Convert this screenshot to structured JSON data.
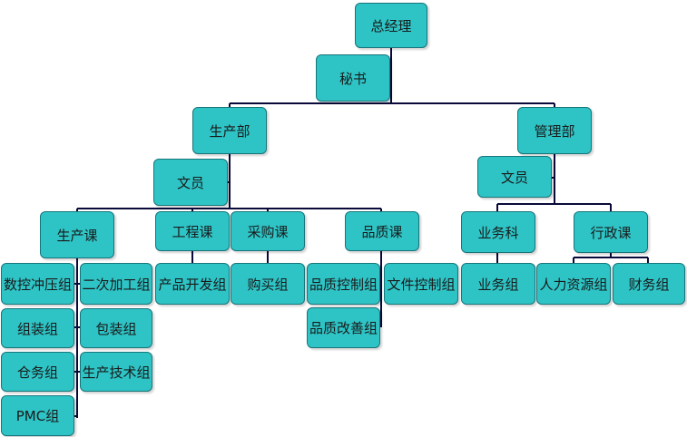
{
  "colors": {
    "box_fill": "#2ec4c6",
    "box_border": "#17757a",
    "line": "#0a0a3a"
  },
  "nodes": {
    "gm": "总经理",
    "secretary": "秘书",
    "production_dept": "生产部",
    "management_dept": "管理部",
    "clerk_production": "文员",
    "clerk_management": "文员",
    "production_section": "生产课",
    "engineering_section": "工程课",
    "purchasing_section": "采购课",
    "quality_section": "品质课",
    "business_section": "业务科",
    "admin_section": "行政课",
    "cnc_press_group": "数控冲压组",
    "secondary_processing_group": "二次加工组",
    "assembly_group": "组装组",
    "packaging_group": "包装组",
    "warehouse_group": "仓务组",
    "production_tech_group": "生产技术组",
    "pmc_group": "PMC组",
    "product_dev_group": "产品开发组",
    "purchase_group": "购买组",
    "quality_control_group": "品质控制组",
    "document_control_group": "文件控制组",
    "quality_improvement_group": "品质改善组",
    "business_group": "业务组",
    "hr_group": "人力资源组",
    "finance_group": "财务组"
  }
}
